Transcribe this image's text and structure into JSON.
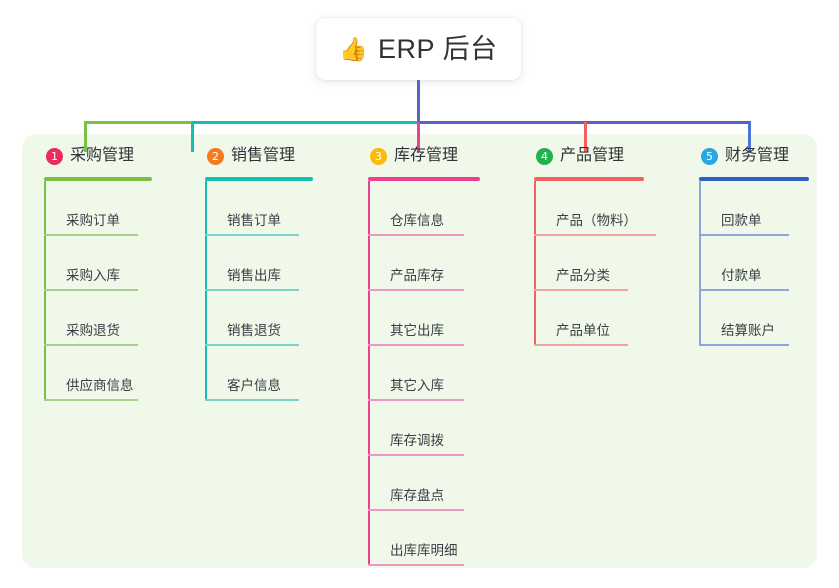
{
  "root": {
    "icon": "thumbs-up-icon",
    "icon_glyph": "👍",
    "title": "ERP 后台"
  },
  "colors": {
    "panel_background": "#eff8e9",
    "page_background": "#ffffff",
    "title_text": "#2f3338",
    "bus_green": "#7ac143",
    "bus_teal": "#00bfa5",
    "bus_indigo": "#5b5fc7",
    "stem_green": "#7ac143",
    "stem_teal": "#00bfa5",
    "stem_pink": "#ec4899",
    "stem_red": "#f4605f",
    "stem_blue": "#4f74d8"
  },
  "columns": [
    {
      "index": "1",
      "title": "采购管理",
      "badge_color": "#ec2d5b",
      "accent": "#7ac143",
      "leaf_accent": "#a8d08d",
      "items": [
        "采购订单",
        "采购入库",
        "采购退货",
        "供应商信息"
      ]
    },
    {
      "index": "2",
      "title": "销售管理",
      "badge_color": "#f47b20",
      "accent": "#13bfb0",
      "leaf_accent": "#7ed1cc",
      "items": [
        "销售订单",
        "销售出库",
        "销售退货",
        "客户信息"
      ]
    },
    {
      "index": "3",
      "title": "库存管理",
      "badge_color": "#fbbc05",
      "accent": "#ec3f8f",
      "leaf_accent": "#f096c2",
      "items": [
        "仓库信息",
        "产品库存",
        "其它出库",
        "其它入库",
        "库存调拨",
        "库存盘点",
        "出库库明细"
      ]
    },
    {
      "index": "4",
      "title": "产品管理",
      "badge_color": "#22b14c",
      "accent": "#f4605f",
      "leaf_accent": "#f4a3a1",
      "items": [
        "产品（物料）",
        "产品分类",
        "产品单位"
      ]
    },
    {
      "index": "5",
      "title": "财务管理",
      "badge_color": "#29a7e0",
      "accent": "#2f5fc4",
      "leaf_accent": "#8fa6dd",
      "items": [
        "回款单",
        "付款单",
        "结算账户"
      ]
    }
  ]
}
